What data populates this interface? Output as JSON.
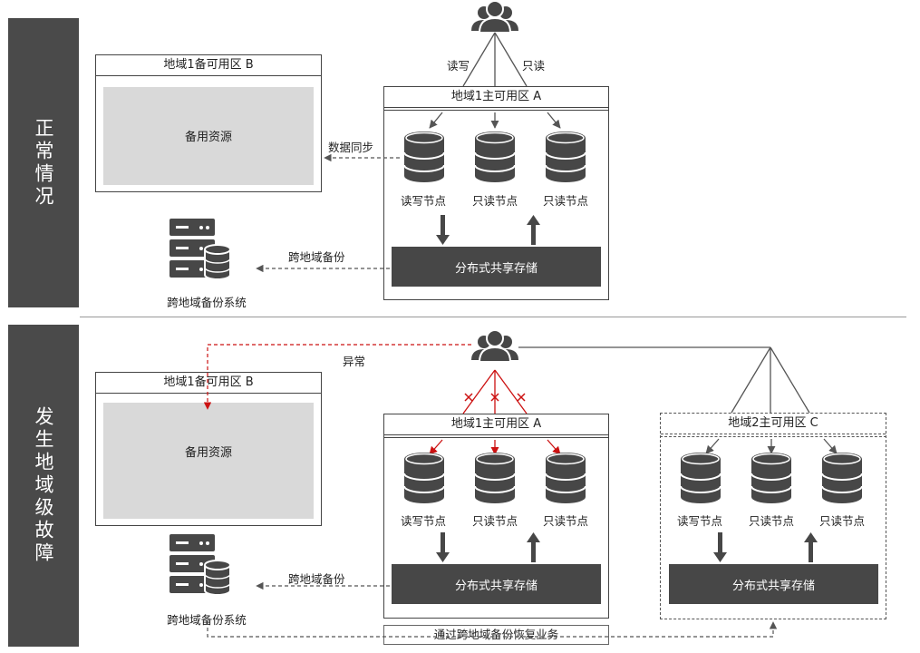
{
  "sections": {
    "normal": "正常情况",
    "failure": "发生地域级故障"
  },
  "zones": {
    "standby_b": "地域1备可用区 B",
    "primary_a": "地域1主可用区 A",
    "primary_c": "地域2主可用区 C"
  },
  "labels": {
    "standby_resource": "备用资源",
    "rw_node": "读写节点",
    "ro_node": "只读节点",
    "shared_storage": "分布式共享存储",
    "backup_system": "跨地域备份系统",
    "cross_backup": "跨地域备份",
    "data_sync": "数据同步",
    "read_write": "读写",
    "read_only": "只读",
    "abnormal": "异常",
    "recover": "通过跨地域备份恢复业务"
  },
  "colors": {
    "sidebar": "#4a4a4a",
    "storage": "#474747",
    "standby": "#d9d9d9",
    "db": "#474747",
    "fault": "#cc1111"
  },
  "icons": [
    "users-icon",
    "database-icon",
    "server-icon",
    "arrow-icon",
    "cross-icon"
  ]
}
